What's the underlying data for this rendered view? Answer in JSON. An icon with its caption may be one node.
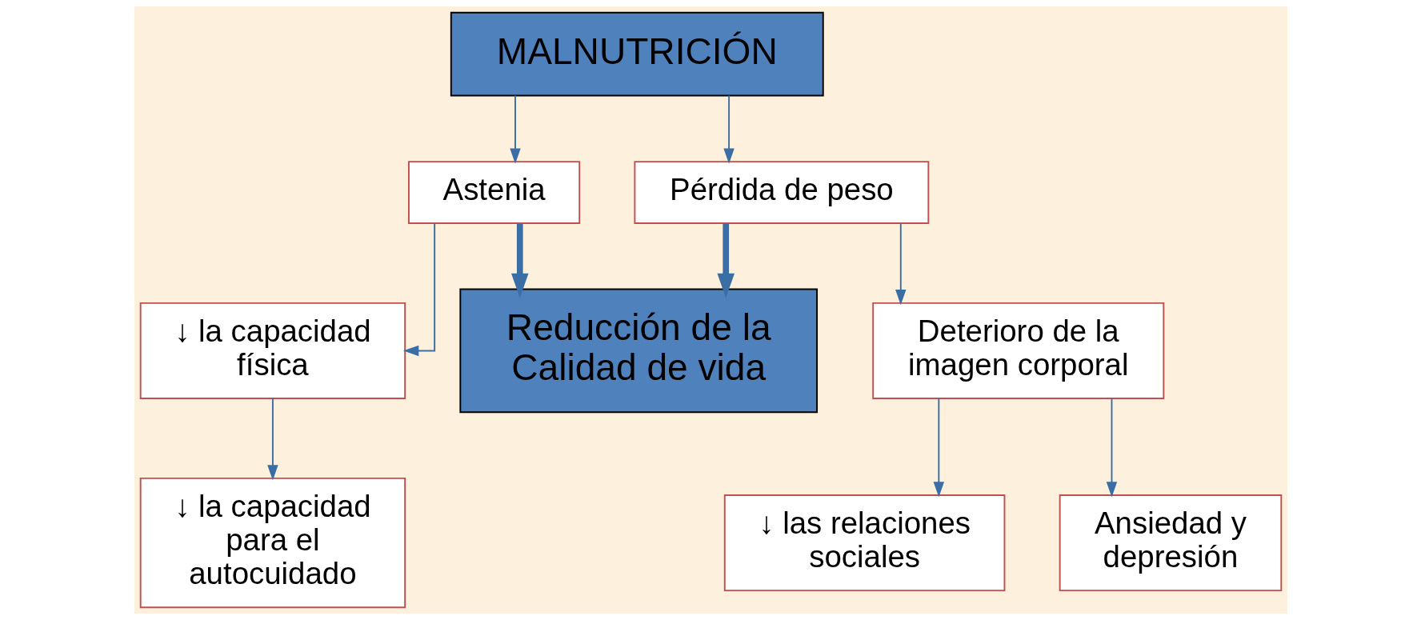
{
  "diagram": {
    "nodes": [
      {
        "text": [
          "MALNUTRICIÓN"
        ]
      },
      {
        "text": [
          "Astenia"
        ]
      },
      {
        "text": [
          "Pérdida de peso"
        ]
      },
      {
        "text": [
          "↓ la capacidad física"
        ]
      },
      {
        "text": [
          "Reducción de la Calidad de vida"
        ]
      },
      {
        "text": [
          "Deterioro de la imagen corporal"
        ]
      },
      {
        "text": [
          "↓ la capacidad para el autocuidado"
        ]
      },
      {
        "text": [
          "↓ las relaciones sociales"
        ]
      },
      {
        "text": [
          "Ansiedad y depresión"
        ]
      }
    ],
    "edges": [
      {
        "from": 0,
        "to": 1,
        "arrow": "to"
      },
      {
        "from": 0,
        "to": 2,
        "arrow": "to"
      },
      {
        "from": 1,
        "to": 4,
        "arrow": "to",
        "style": "thick"
      },
      {
        "from": 2,
        "to": 4,
        "arrow": "to",
        "style": "thick"
      },
      {
        "from": 1,
        "to": 3,
        "arrow": "to"
      },
      {
        "from": 3,
        "to": 6,
        "arrow": "to"
      },
      {
        "from": 2,
        "to": 5,
        "arrow": "to"
      },
      {
        "from": 5,
        "to": 7,
        "arrow": "to"
      },
      {
        "from": 5,
        "to": 8,
        "arrow": "to"
      }
    ]
  }
}
